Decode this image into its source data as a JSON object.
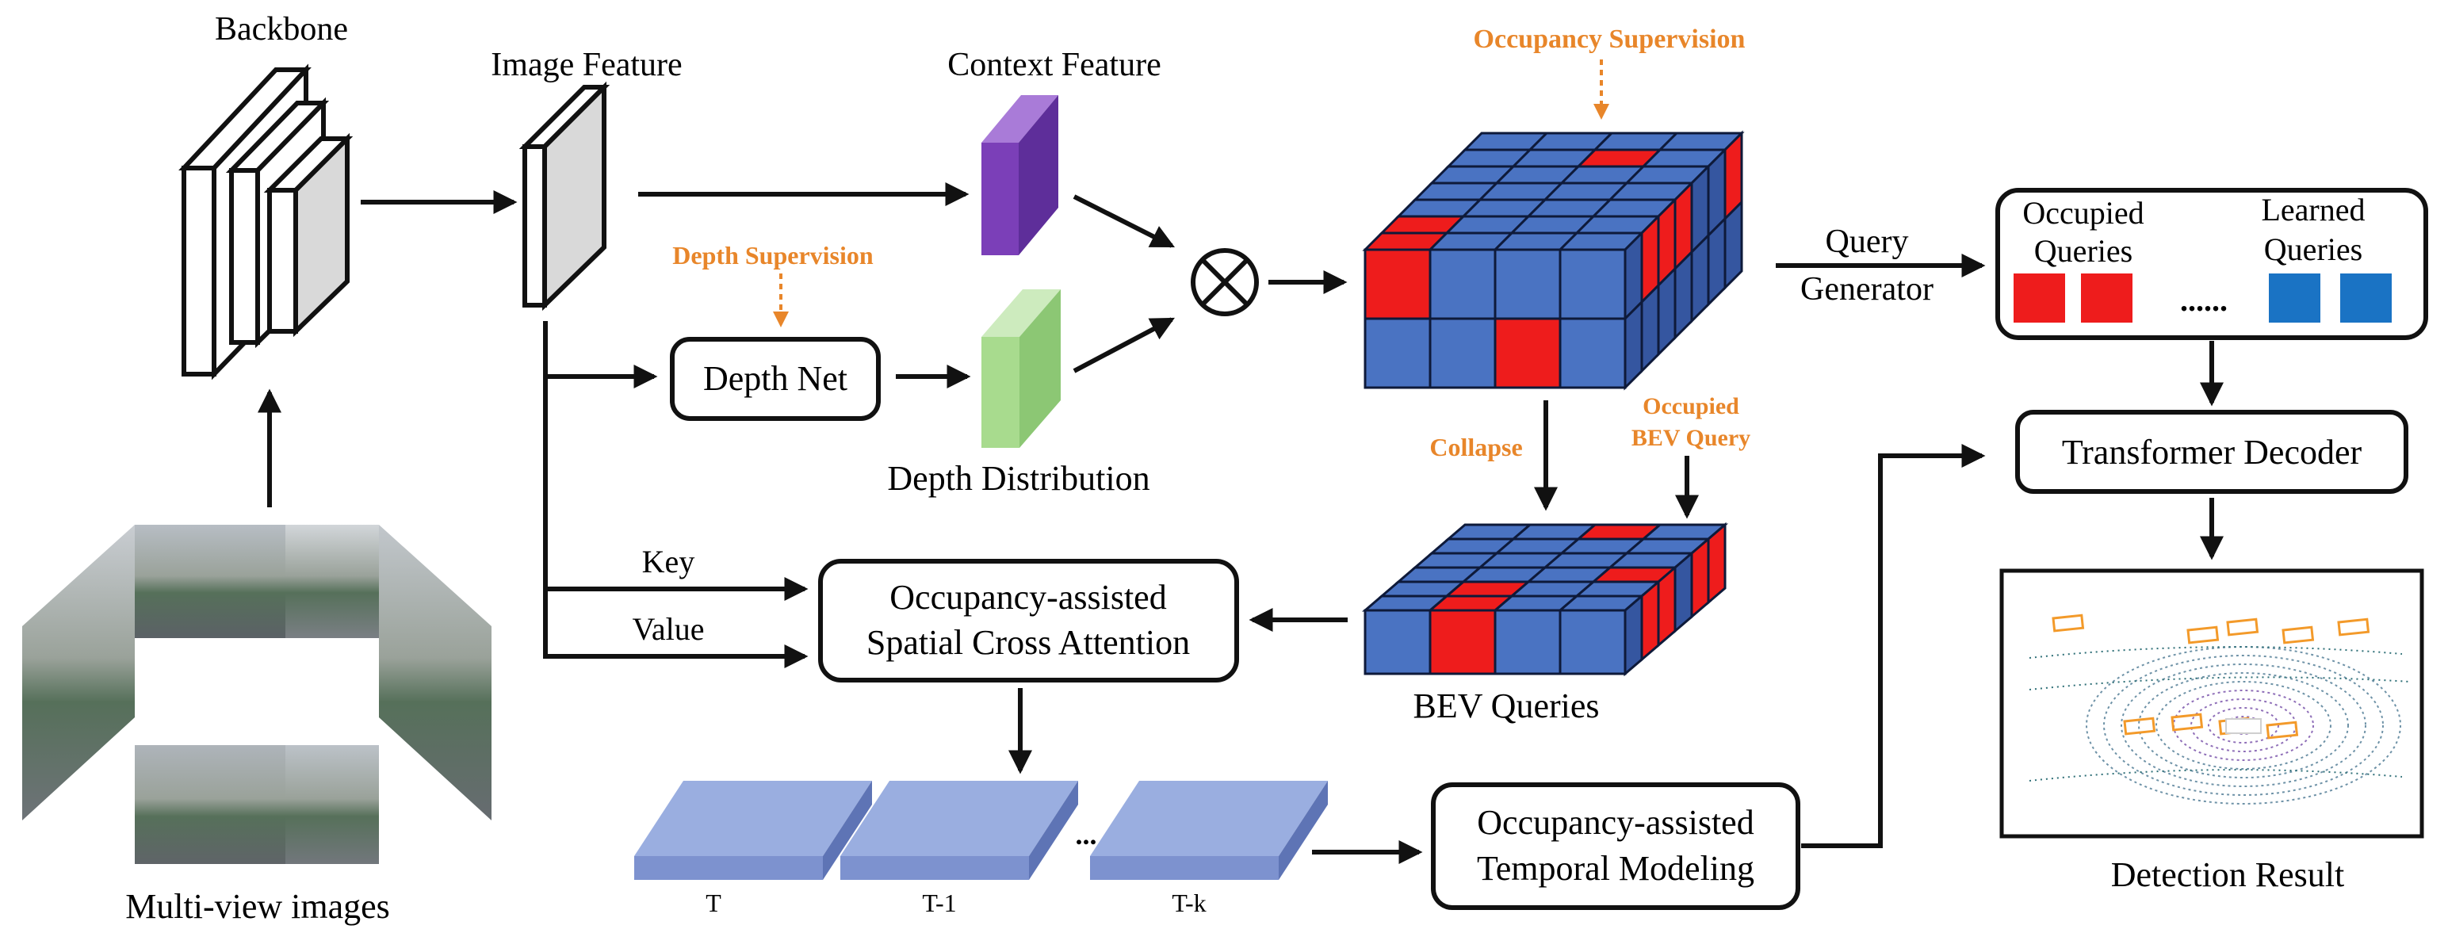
{
  "labels": {
    "backbone": "Backbone",
    "image_feature": "Image Feature",
    "context_feature": "Context Feature",
    "depth_supervision": "Depth Supervision",
    "depth_net": "Depth Net",
    "depth_distribution": "Depth Distribution",
    "occupancy_supervision": "Occupancy Supervision",
    "query_line1": "Query",
    "query_line2": "Generator",
    "occupied_queries_line1": "Occupied",
    "occupied_queries_line2": "Queries",
    "learned_queries_line1": "Learned",
    "learned_queries_line2": "Queries",
    "ellipsis": "......",
    "transformer_decoder": "Transformer Decoder",
    "collapse": "Collapse",
    "occupied_bev_line1": "Occupied",
    "occupied_bev_line2": "BEV Query",
    "key": "Key",
    "value": "Value",
    "spatial_attn_line1": "Occupancy-assisted",
    "spatial_attn_line2": "Spatial Cross Attention",
    "bev_queries": "BEV Queries",
    "temporal_line1": "Occupancy-assisted",
    "temporal_line2": "Temporal Modeling",
    "multi_view_images": "Multi-view images",
    "detection_result": "Detection Result",
    "time_t": "T",
    "time_t1": "T-1",
    "time_dots": "...",
    "time_tk": "T-k",
    "multiply_symbol": "⊗"
  },
  "colors": {
    "occupied": "#EE1C1C",
    "voxel": "#4A73C2",
    "learned": "#1A73C4",
    "context_feature": "#7B3FB8",
    "depth_distribution": "#A8DB8E",
    "orange_annotation": "#E8862A",
    "temporal_feature": "#7D92CF"
  }
}
